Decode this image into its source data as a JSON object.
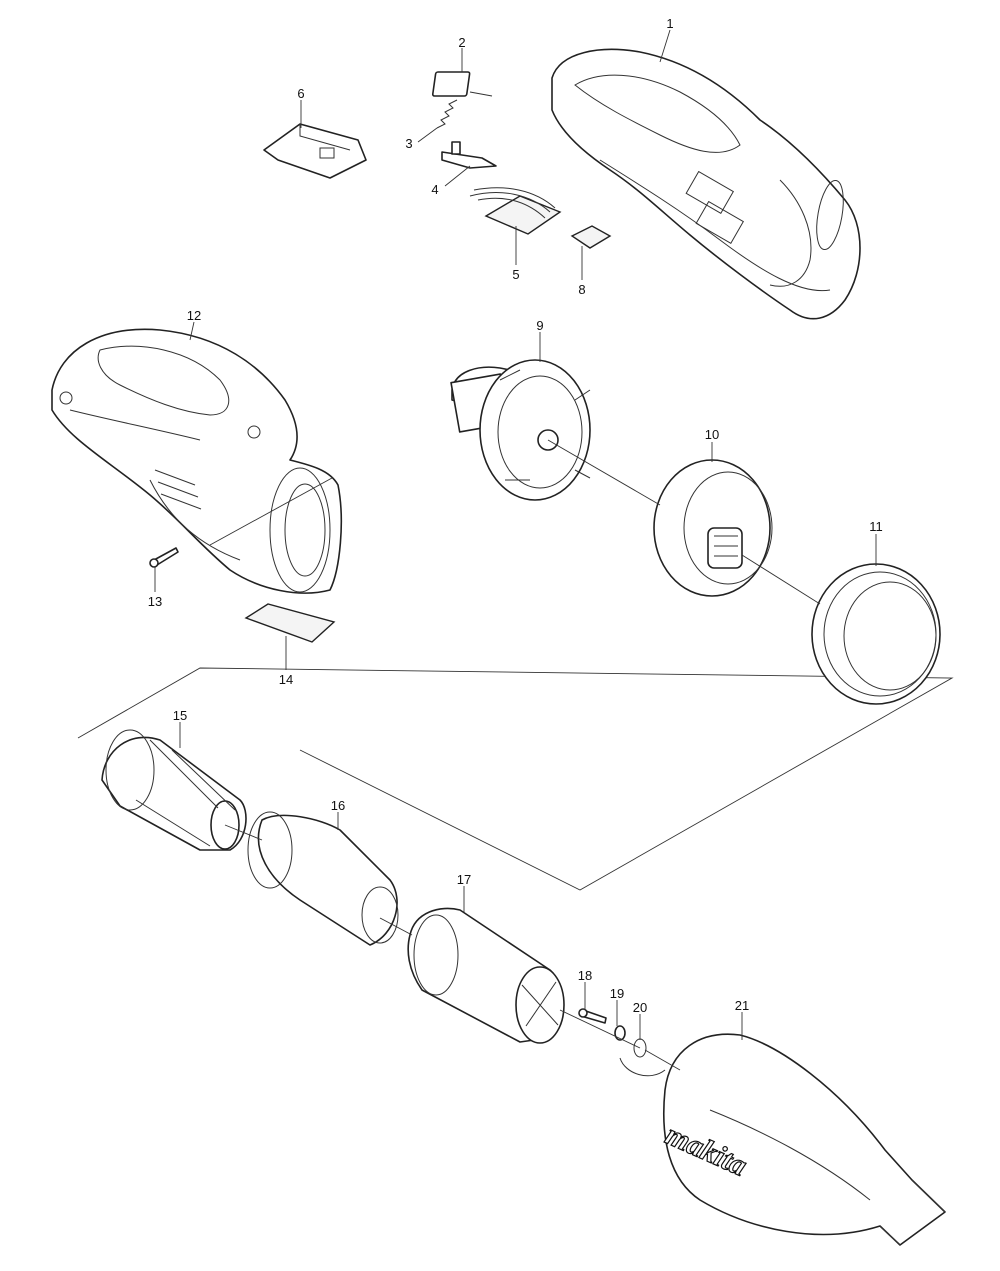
{
  "diagram": {
    "part_numbers": [
      "1",
      "2",
      "3",
      "4",
      "5",
      "6",
      "8",
      "9",
      "10",
      "11",
      "12",
      "13",
      "14",
      "15",
      "16",
      "17",
      "18",
      "19",
      "20",
      "21"
    ],
    "logo_text": "makita"
  },
  "colors": {
    "line": "#222222",
    "background": "#ffffff"
  }
}
